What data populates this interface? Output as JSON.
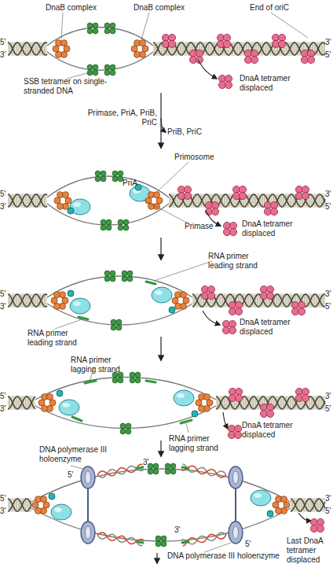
{
  "diagram": {
    "labels": [
      "DnaB complex",
      "DnaB complex",
      "End of oriC",
      "5'",
      "3'",
      "3'",
      "5'",
      "SSB tetramer on single-stranded DNA",
      "DnaA tetramer displaced",
      "Primase, PriA, PriB, PriC",
      "PriB, PriC",
      "Primosome",
      "PriA",
      "5'",
      "3'",
      "3'",
      "5'",
      "Primase",
      "DnaA tetramer displaced",
      "RNA primer leading strand",
      "5'",
      "3'",
      "3'",
      "5'",
      "RNA primer leading strand",
      "DnaA tetramer displaced",
      "RNA primer lagging strand",
      "5'",
      "3'",
      "3'",
      "5'",
      "RNA primer lagging strand",
      "DnaA tetramer displaced",
      "DNA polymerase III holoenzyme",
      "5'",
      "3'",
      "3'",
      "5'",
      "5'",
      "3'",
      "3'",
      "5'",
      "DNA polymerase III holoenzyme",
      "Last DnaA tetramer displaced"
    ]
  }
}
